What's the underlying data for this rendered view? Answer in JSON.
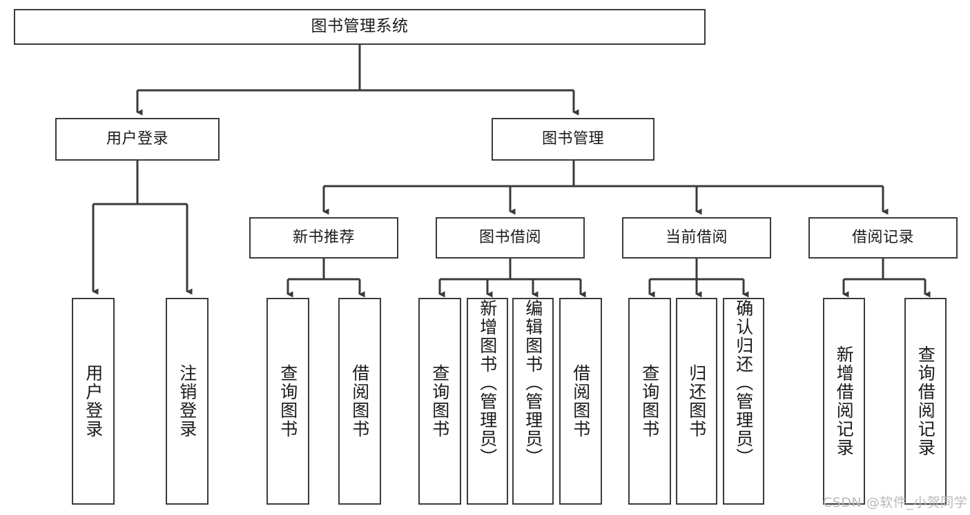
{
  "diagram": {
    "title": "图书管理系统",
    "type": "tree-hierarchy",
    "root": {
      "id": "root",
      "label": "图书管理系统"
    },
    "level2": [
      {
        "id": "user-login",
        "label": "用户登录"
      },
      {
        "id": "book-manage",
        "label": "图书管理"
      }
    ],
    "level3": [
      {
        "id": "new-book-rec",
        "label": "新书推荐"
      },
      {
        "id": "book-borrow",
        "label": "图书借阅"
      },
      {
        "id": "current-borrow",
        "label": "当前借阅"
      },
      {
        "id": "borrow-record",
        "label": "借阅记录"
      }
    ],
    "leaves": {
      "user_login": [
        {
          "id": "leaf-user-login",
          "label": "用户登录",
          "align": "mid"
        },
        {
          "id": "leaf-logout",
          "label": "注销登录",
          "align": "mid"
        }
      ],
      "new_book_rec": [
        {
          "id": "leaf-query-book-1",
          "label": "查询图书",
          "align": "mid"
        },
        {
          "id": "leaf-borrow-book-1",
          "label": "借阅图书",
          "align": "mid"
        }
      ],
      "book_borrow": [
        {
          "id": "leaf-query-book-2",
          "label": "查询图书",
          "align": "mid"
        },
        {
          "id": "leaf-add-book",
          "label": "新增图书（管理员）",
          "align": "top"
        },
        {
          "id": "leaf-edit-book",
          "label": "编辑图书（管理员）",
          "align": "top"
        },
        {
          "id": "leaf-borrow-book-2",
          "label": "借阅图书",
          "align": "mid"
        }
      ],
      "current_borrow": [
        {
          "id": "leaf-query-book-3",
          "label": "查询图书",
          "align": "mid"
        },
        {
          "id": "leaf-return-book",
          "label": "归还图书",
          "align": "mid"
        },
        {
          "id": "leaf-confirm-return",
          "label": "确认归还（管理员）",
          "align": "top"
        }
      ],
      "borrow_record": [
        {
          "id": "leaf-add-record",
          "label": "新增借阅记录",
          "align": "mid"
        },
        {
          "id": "leaf-query-record",
          "label": "查询借阅记录",
          "align": "mid"
        }
      ]
    }
  },
  "watermark": {
    "text": "CSDN @软件_小贺同学"
  },
  "colors": {
    "border": "#3a3a3a",
    "text": "#1a1a1a",
    "background": "#ffffff",
    "watermark": "#b9b9b9"
  }
}
